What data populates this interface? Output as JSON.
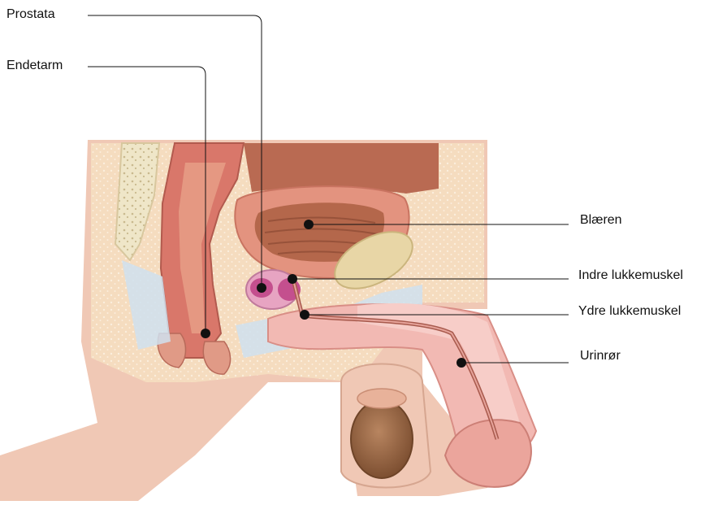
{
  "labels": {
    "prostata": "Prostata",
    "endetarm": "Endetarm",
    "blaeren": "Blæren",
    "indre_lukkemuskel": "Indre lukkemuskel",
    "ydre_lukkemuskel": "Ydre lukkemuskel",
    "urinror": "Urinrør"
  },
  "colors": {
    "skin": "#f0c8b5",
    "skin_dark": "#dba18a",
    "fat": "#f6dcc0",
    "muscle": "#d9776a",
    "bladder_wall": "#e3937f",
    "bladder_inner": "#b4674b",
    "prostata": "#c44f8e",
    "bone": "#efe6c8",
    "fascia": "#cfe0ef",
    "testis": "#9c6a45",
    "leader": "#111111"
  }
}
